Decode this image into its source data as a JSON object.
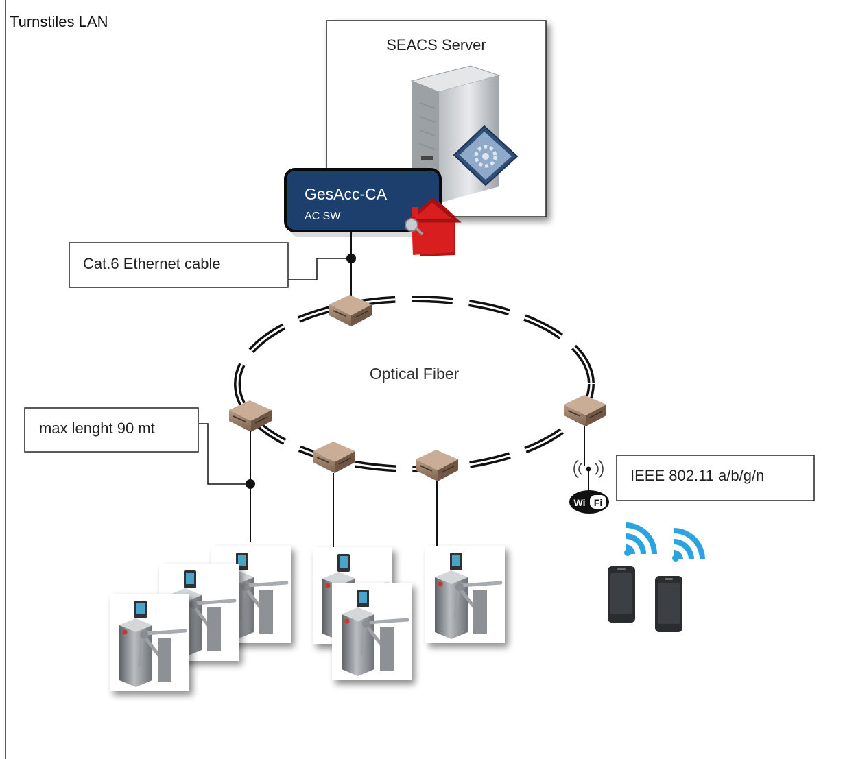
{
  "diagram": {
    "title": "Turnstiles LAN",
    "server_label": "SEACS Server",
    "app_name": "GesAcc-CA",
    "app_subtitle": "AC SW",
    "ethernet_label": "Cat.6 Ethernet cable",
    "fiber_label": "Optical Fiber",
    "length_label": "max lenght 90 mt",
    "wifi_standard_label": "IEEE 802.11 a/b/g/n",
    "wifi_logo_text": "Wi Fi",
    "colors": {
      "app_box": "#1c3f6e",
      "house": "#d81e1e",
      "wifi_waves": "#2aa4e0",
      "switch_box": "#9a7d68",
      "line": "#111111"
    },
    "nodes": {
      "switches": [
        "switch-top",
        "switch-left",
        "switch-bottom-1",
        "switch-bottom-2",
        "switch-right"
      ],
      "turnstile_groups": [
        "turnstile-group-left",
        "turnstile-group-middle",
        "turnstile-group-right"
      ],
      "devices": [
        "handheld-device-1",
        "handheld-device-2"
      ]
    }
  }
}
